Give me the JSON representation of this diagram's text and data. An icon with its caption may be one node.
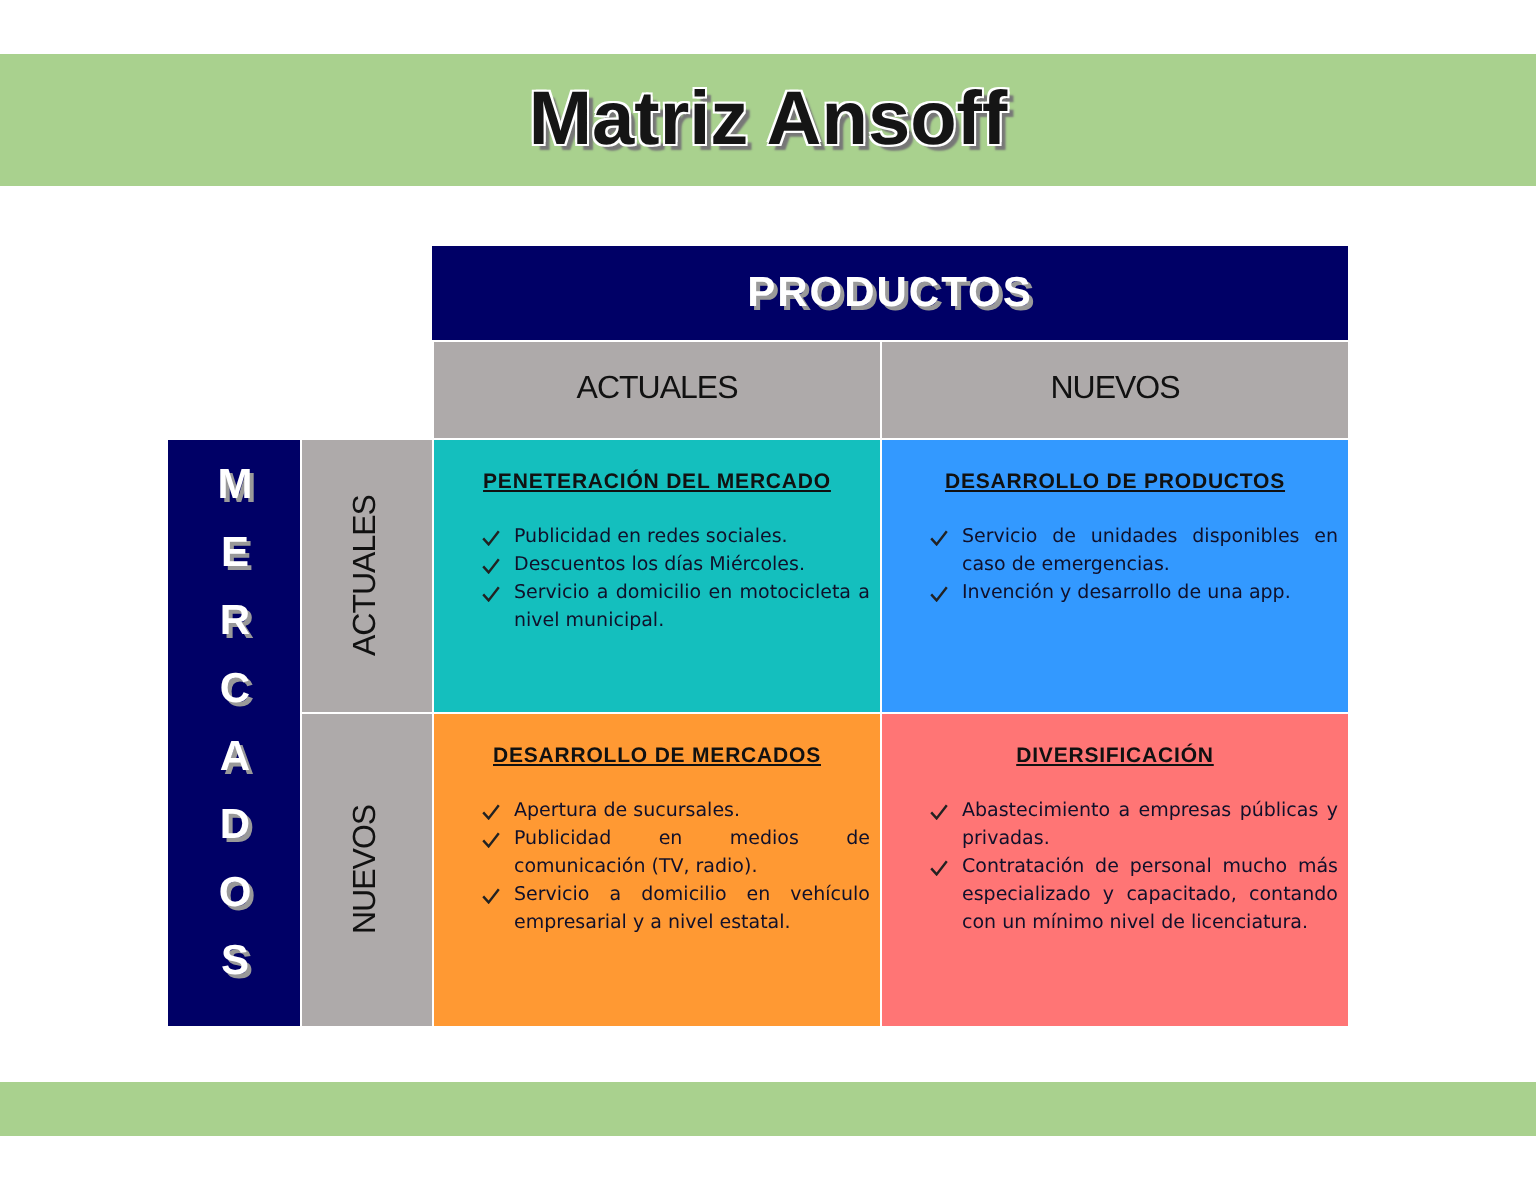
{
  "diagram": {
    "title": "Matriz Ansoff",
    "nodes": [
      {
        "text": [
          "PRODUCTOS"
        ]
      },
      {
        "text": [
          "ACTUALES"
        ]
      },
      {
        "text": [
          "NUEVOS"
        ]
      },
      {
        "text": [
          "MERCADOS"
        ]
      },
      {
        "text": [
          "ACTUALES"
        ]
      },
      {
        "text": [
          "PENETERACIÓN DEL MERCADO",
          "Publicidad en redes sociales.",
          "Descuentos los días Miércoles.",
          "Servicio a domicilio en motocicleta a nivel municipal."
        ]
      },
      {
        "text": [
          "DESARROLLO DE PRODUCTOS",
          "Servicio de unidades disponibles en caso de emergencias.",
          "Invención y desarrollo de una app."
        ]
      },
      {
        "text": [
          "NUEVOS"
        ]
      },
      {
        "text": [
          "DESARROLLO DE MERCADOS",
          "Apertura de sucursales.",
          "Publicidad en medios de comunicación (TV, radio).",
          "Servicio a domicilio en vehículo empresarial y a nivel estatal."
        ]
      },
      {
        "text": [
          "DIVERSIFICACIÓN",
          "Abastecimiento a empresas públicas y privadas.",
          "Contratación de personal mucho más especializado y capacitado, contando con un mínimo nivel de licenciatura."
        ]
      }
    ]
  }
}
